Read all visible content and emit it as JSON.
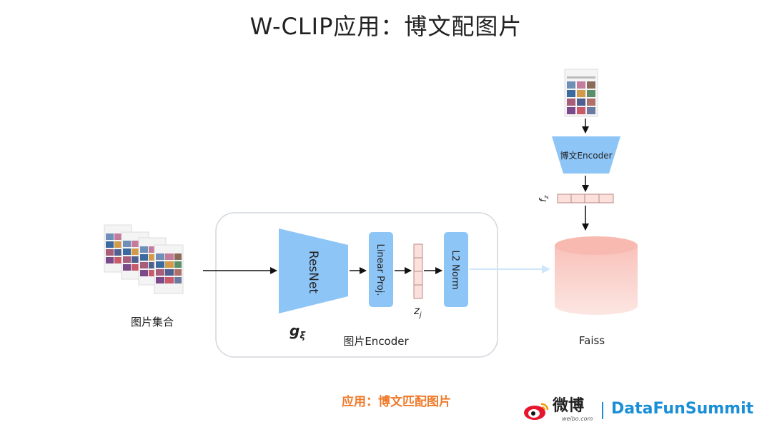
{
  "title": "W-CLIP应用：博文配图片",
  "image_set_label": "图片集合",
  "resnet_label": "ResNet",
  "g_symbol": "g",
  "g_subscript": "ξ",
  "linear_label": "Linear Proj.",
  "z_symbol": "z",
  "z_subscript": "j",
  "l2_label": "L2 Norm",
  "image_encoder_label": "图片Encoder",
  "text_encoder_label": "博文Encoder",
  "f_symbol": "f",
  "f_subscript": "z",
  "faiss_label": "Faiss",
  "caption": "应用：博文匹配图片",
  "brand": {
    "weibo": "微博",
    "weibo_sub": "weibo.com",
    "datafun": "DataFunSummit"
  },
  "colors": {
    "encoder_blue": "#8ec5f7",
    "vector_pink": "#fbe0dc",
    "faiss_pink": "#f9c9c2",
    "caption_orange": "#f07a2a",
    "brand_blue": "#1a8fd6"
  }
}
